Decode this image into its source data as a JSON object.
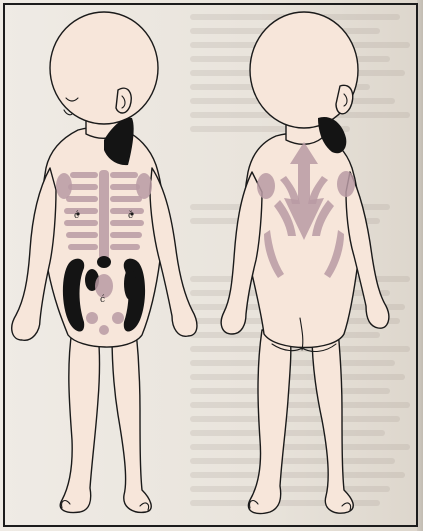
{
  "figure": {
    "views": [
      "front-view",
      "back-view"
    ],
    "colors": {
      "skin": "#f7e6da",
      "outline": "#1a1a1a",
      "pigment_black": "#141414",
      "pigment_pale": "#b99aa3"
    },
    "annotations": [
      "ć",
      "č",
      "ć"
    ]
  }
}
